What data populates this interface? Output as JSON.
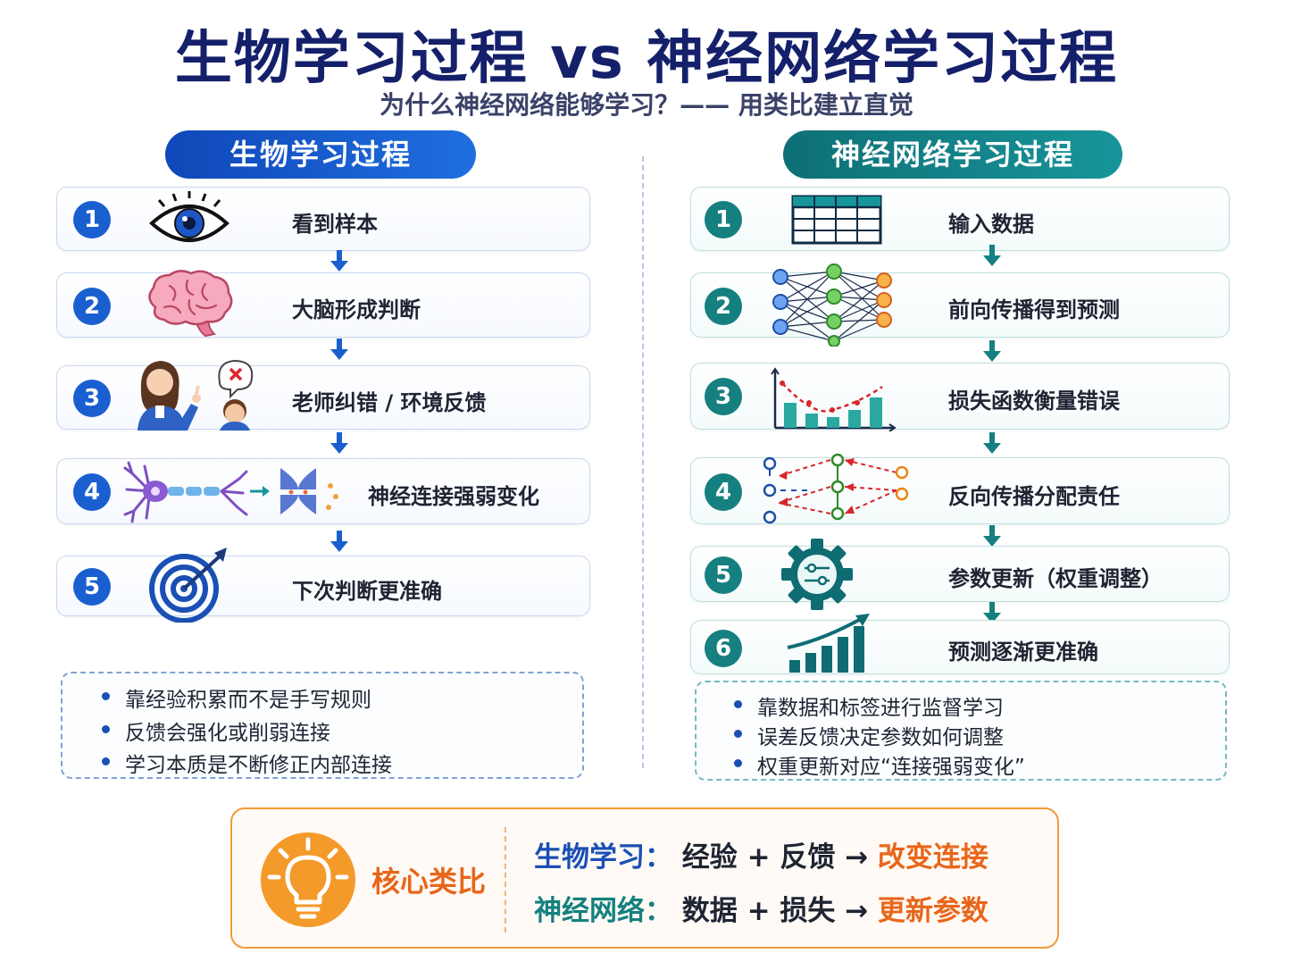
{
  "title": "生物学习过程 vs 神经网络学习过程",
  "subtitle": "为什么神经网络能够学习？—— 用类比建立直觉",
  "bio": {
    "header": "生物学习过程",
    "steps": [
      {
        "num": "1",
        "text": "看到样本",
        "icon": "eye-icon"
      },
      {
        "num": "2",
        "text": "大脑形成判断",
        "icon": "brain-icon"
      },
      {
        "num": "3",
        "text": "老师纠错 / 环境反馈",
        "icon": "teacher-feedback-icon"
      },
      {
        "num": "4",
        "text": "神经连接强弱变化",
        "icon": "neuron-synapse-icon"
      },
      {
        "num": "5",
        "text": "下次判断更准确",
        "icon": "target-icon"
      }
    ],
    "notes": [
      "靠经验积累而不是手写规则",
      "反馈会强化或削弱连接",
      "学习本质是不断修正内部连接"
    ]
  },
  "nn": {
    "header": "神经网络学习过程",
    "steps": [
      {
        "num": "1",
        "text": "输入数据",
        "icon": "table-icon"
      },
      {
        "num": "2",
        "text": "前向传播得到预测",
        "icon": "network-icon"
      },
      {
        "num": "3",
        "text": "损失函数衡量错误",
        "icon": "loss-chart-icon"
      },
      {
        "num": "4",
        "text": "反向传播分配责任",
        "icon": "backprop-icon"
      },
      {
        "num": "5",
        "text": "参数更新（权重调整）",
        "icon": "gear-icon"
      },
      {
        "num": "6",
        "text": "预测逐渐更准确",
        "icon": "growth-chart-icon"
      }
    ],
    "notes": [
      "靠数据和标签进行监督学习",
      "误差反馈决定参数如何调整",
      "权重更新对应“连接强弱变化”"
    ]
  },
  "summary": {
    "core_label": "核心类比",
    "bio_label": "生物学习：",
    "bio_mid": "经验 + 反馈 →",
    "bio_result": "改变连接",
    "nn_label": "神经网络：",
    "nn_mid": "数据 + 损失 →",
    "nn_result": "更新参数"
  },
  "colors": {
    "bio": "#1a5fd0",
    "nn": "#15807f",
    "accent": "#e8661a",
    "title": "#15206b"
  }
}
